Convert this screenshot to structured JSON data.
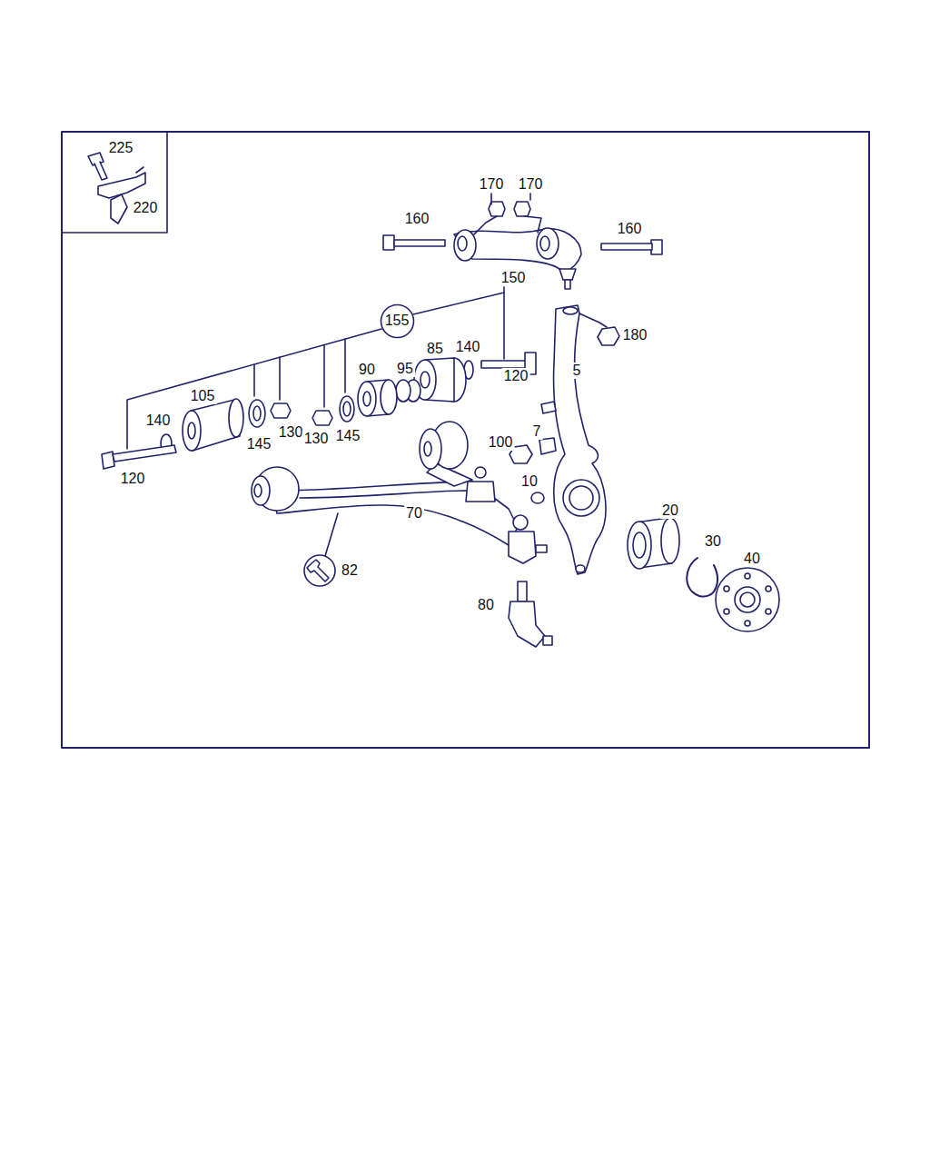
{
  "diagram": {
    "nodes": [
      {
        "text": [
          "155"
        ]
      }
    ],
    "labels": [
      "225",
      "220",
      "170",
      "170",
      "160",
      "160",
      "150",
      "180",
      "85",
      "140",
      "120",
      "5",
      "90",
      "95",
      "105",
      "140",
      "145",
      "130",
      "130",
      "145",
      "7",
      "100",
      "120",
      "10",
      "20",
      "70",
      "30",
      "40",
      "82",
      "80"
    ]
  }
}
